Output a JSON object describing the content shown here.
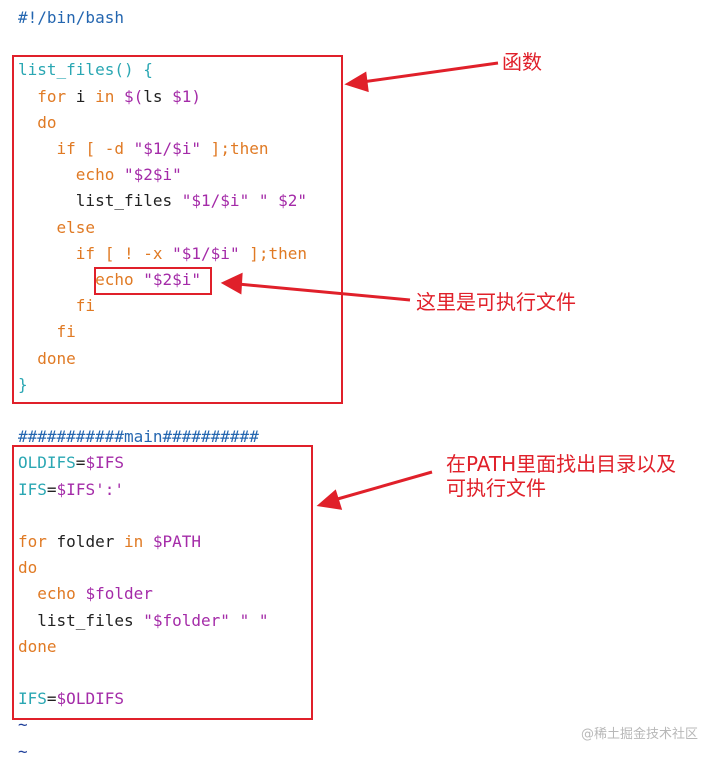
{
  "colors": {
    "default": "#222222",
    "keyword": "#e07a24",
    "function": "#2aa7b3",
    "string": "#a42ba8",
    "comment": "#2466b0",
    "tilde": "#1f3f9a",
    "annotation": "#e0202a"
  },
  "code": [
    [
      {
        "t": "#!/bin/bash",
        "c": "comment"
      }
    ],
    [],
    [
      {
        "t": "list_files() {",
        "c": "function"
      }
    ],
    [
      {
        "t": "  "
      },
      {
        "t": "for",
        "c": "keyword"
      },
      {
        "t": " i "
      },
      {
        "t": "in",
        "c": "keyword"
      },
      {
        "t": " "
      },
      {
        "t": "$(",
        "c": "string"
      },
      {
        "t": "ls "
      },
      {
        "t": "$1",
        "c": "string"
      },
      {
        "t": ")",
        "c": "string"
      }
    ],
    [
      {
        "t": "  "
      },
      {
        "t": "do",
        "c": "keyword"
      }
    ],
    [
      {
        "t": "    "
      },
      {
        "t": "if",
        "c": "keyword"
      },
      {
        "t": " "
      },
      {
        "t": "[ -d ",
        "c": "keyword"
      },
      {
        "t": "\"$1/$i\"",
        "c": "string"
      },
      {
        "t": " ];",
        "c": "keyword"
      },
      {
        "t": "then",
        "c": "keyword"
      }
    ],
    [
      {
        "t": "      "
      },
      {
        "t": "echo",
        "c": "keyword"
      },
      {
        "t": " "
      },
      {
        "t": "\"$2$i\"",
        "c": "string"
      }
    ],
    [
      {
        "t": "      list_files "
      },
      {
        "t": "\"$1/$i\"",
        "c": "string"
      },
      {
        "t": " "
      },
      {
        "t": "\" $2\"",
        "c": "string"
      }
    ],
    [
      {
        "t": "    "
      },
      {
        "t": "else",
        "c": "keyword"
      }
    ],
    [
      {
        "t": "      "
      },
      {
        "t": "if",
        "c": "keyword"
      },
      {
        "t": " "
      },
      {
        "t": "[ ! -x ",
        "c": "keyword"
      },
      {
        "t": "\"$1/$i\"",
        "c": "string"
      },
      {
        "t": " ];",
        "c": "keyword"
      },
      {
        "t": "then",
        "c": "keyword"
      }
    ],
    [
      {
        "t": "        "
      },
      {
        "t": "echo",
        "c": "keyword"
      },
      {
        "t": " "
      },
      {
        "t": "\"$2$i\"",
        "c": "string"
      }
    ],
    [
      {
        "t": "      "
      },
      {
        "t": "fi",
        "c": "keyword"
      }
    ],
    [
      {
        "t": "    "
      },
      {
        "t": "fi",
        "c": "keyword"
      }
    ],
    [
      {
        "t": "  "
      },
      {
        "t": "done",
        "c": "keyword"
      }
    ],
    [
      {
        "t": "}",
        "c": "function"
      }
    ],
    [],
    [
      {
        "t": "###########main##########",
        "c": "comment"
      }
    ],
    [
      {
        "t": "OLDIFS",
        "c": "function"
      },
      {
        "t": "="
      },
      {
        "t": "$IFS",
        "c": "string"
      }
    ],
    [
      {
        "t": "IFS",
        "c": "function"
      },
      {
        "t": "="
      },
      {
        "t": "$IFS",
        "c": "string"
      },
      {
        "t": "':'",
        "c": "string"
      }
    ],
    [],
    [
      {
        "t": "for",
        "c": "keyword"
      },
      {
        "t": " folder "
      },
      {
        "t": "in",
        "c": "keyword"
      },
      {
        "t": " "
      },
      {
        "t": "$PATH",
        "c": "string"
      }
    ],
    [
      {
        "t": "do",
        "c": "keyword"
      }
    ],
    [
      {
        "t": "  "
      },
      {
        "t": "echo",
        "c": "keyword"
      },
      {
        "t": " "
      },
      {
        "t": "$folder",
        "c": "string"
      }
    ],
    [
      {
        "t": "  list_files "
      },
      {
        "t": "\"$folder\"",
        "c": "string"
      },
      {
        "t": " "
      },
      {
        "t": "\" \"",
        "c": "string"
      }
    ],
    [
      {
        "t": "done",
        "c": "keyword"
      }
    ],
    [],
    [
      {
        "t": "IFS",
        "c": "function"
      },
      {
        "t": "="
      },
      {
        "t": "$OLDIFS",
        "c": "string"
      }
    ],
    [
      {
        "t": "~",
        "c": "tilde"
      }
    ],
    [
      {
        "t": "~",
        "c": "tilde"
      }
    ]
  ],
  "annotations": {
    "function_label": "函数",
    "executable_label": "这里是可执行文件",
    "path_label_line1": "在PATH里面找出目录以及",
    "path_label_line2": "可执行文件"
  },
  "watermark": "@稀土掘金技术社区"
}
